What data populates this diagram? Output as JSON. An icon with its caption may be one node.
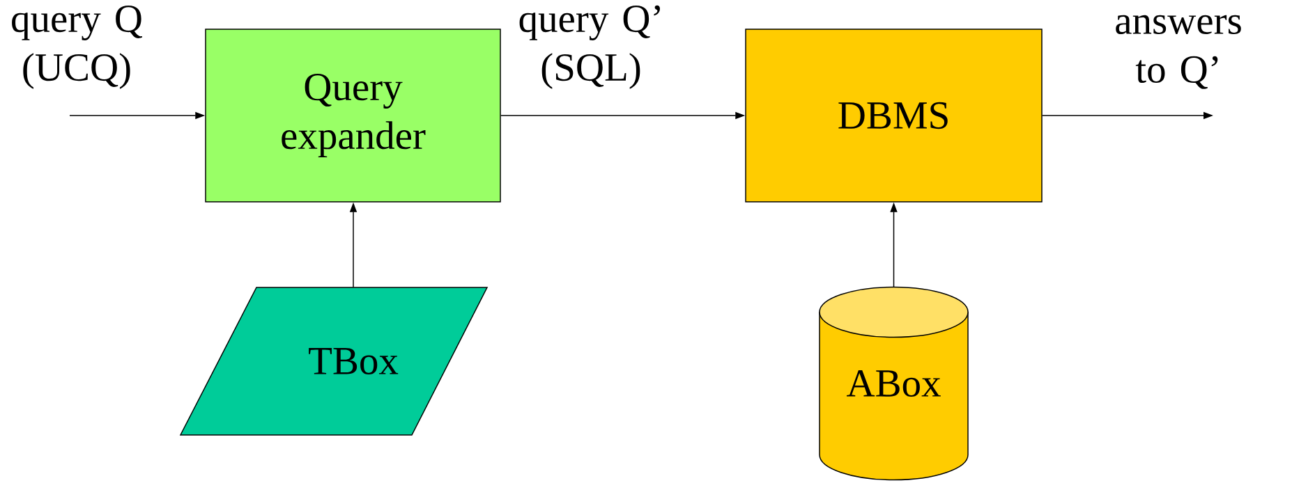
{
  "diagram": {
    "nodes": [
      {
        "text": [
          "Query expander"
        ]
      },
      {
        "text": [
          "DBMS"
        ]
      },
      {
        "text": [
          "TBox"
        ]
      },
      {
        "text": [
          "ABox"
        ]
      }
    ],
    "edges": [
      {
        "from": null,
        "to": 0,
        "arrow": "to",
        "label": "query Q (UCQ)"
      },
      {
        "from": 0,
        "to": 1,
        "arrow": "to",
        "label": "query Q’ (SQL)"
      },
      {
        "from": 1,
        "to": null,
        "arrow": "to",
        "label": "answers to Q’"
      },
      {
        "from": 2,
        "to": 0,
        "arrow": "to"
      },
      {
        "from": 3,
        "to": 1,
        "arrow": "to"
      }
    ]
  }
}
